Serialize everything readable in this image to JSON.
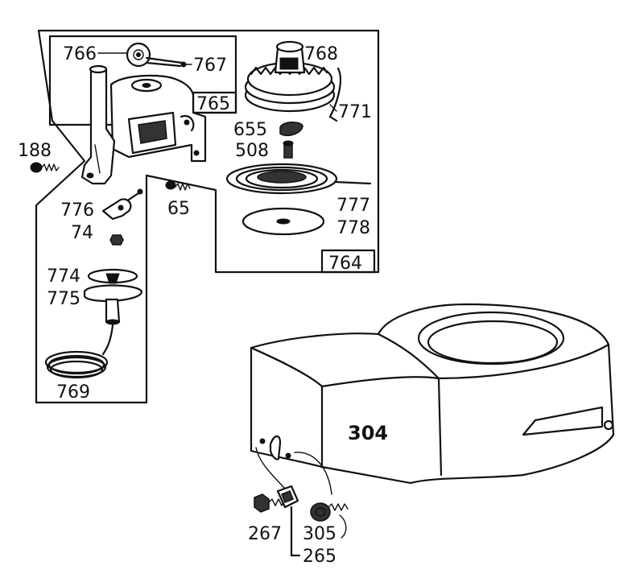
{
  "parts": {
    "p766": "766",
    "p767": "767",
    "p768": "768",
    "p765": "765",
    "p771": "771",
    "p655": "655",
    "p508": "508",
    "p188": "188",
    "p776": "776",
    "p74": "74",
    "p65": "65",
    "p777": "777",
    "p778": "778",
    "p764": "764",
    "p774": "774",
    "p775": "775",
    "p769": "769",
    "p304": "304",
    "p267": "267",
    "p305": "305",
    "p265": "265"
  }
}
